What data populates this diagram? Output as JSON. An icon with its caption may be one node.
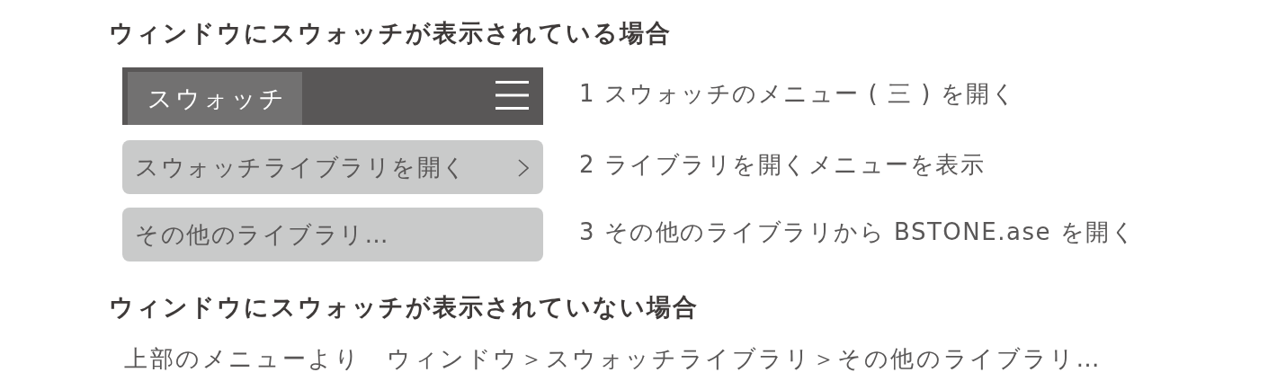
{
  "diagram": {
    "nodes": [
      {
        "text": [],
        "shape": "bar",
        "beside": [
          "1 スウォッチのメニュー ( 三 ) を開く"
        ]
      },
      {
        "text": [
          "スウォッチ"
        ],
        "in": 0
      },
      {
        "text": [
          "スウォッチライブラリを開く"
        ],
        "beside": [
          "2 ライブラリを開くメニューを表示"
        ]
      },
      {
        "text": [
          "その他のライブラリ…"
        ],
        "beside": [
          "3 その他のライブラリから BSTONE.ase を開く"
        ]
      }
    ],
    "labels": [
      "ウィンドウにスウォッチが表示されている場合",
      "ウィンドウにスウォッチが表示されていない場合",
      "上部のメニューより　ウィンドウ＞スウォッチライブラリ＞その他のライブラリ…"
    ]
  }
}
